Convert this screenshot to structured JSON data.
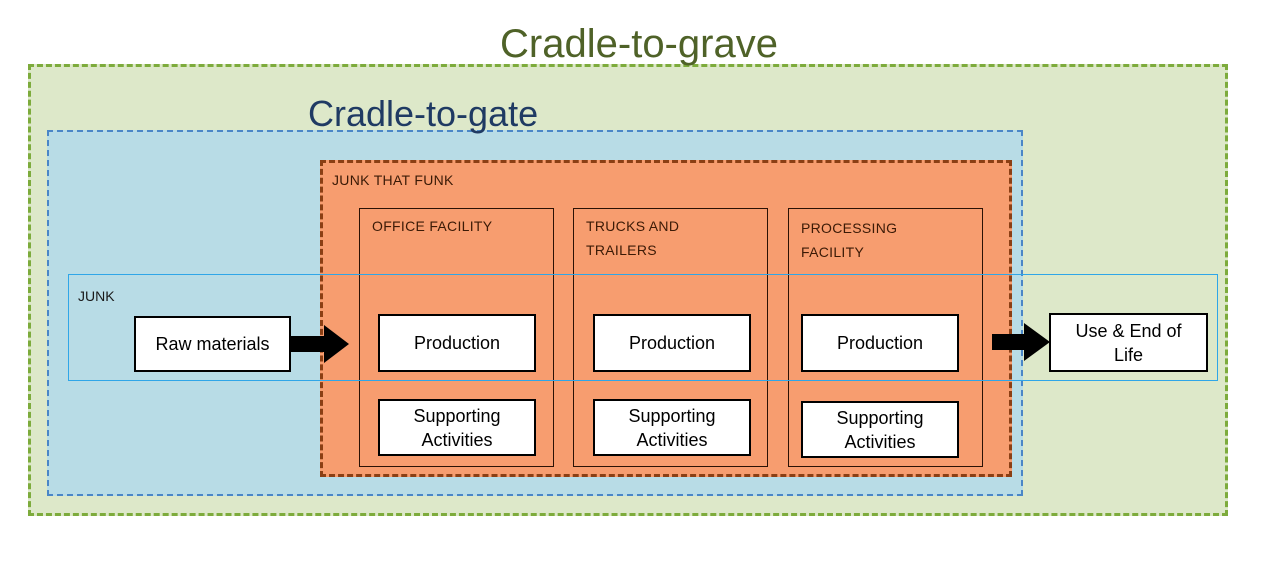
{
  "cradle_to_grave": {
    "title": "Cradle-to-grave"
  },
  "cradle_to_gate": {
    "title": "Cradle-to-gate"
  },
  "company": {
    "label": "JUNK THAT FUNK",
    "columns": [
      {
        "label_line1": "OFFICE FACILITY",
        "label_line2": "",
        "production": "Production",
        "support_line1": "Supporting",
        "support_line2": "Activities"
      },
      {
        "label_line1": "TRUCKS AND",
        "label_line2": "TRAILERS",
        "production": "Production",
        "support_line1": "Supporting",
        "support_line2": "Activities"
      },
      {
        "label_line1": "PROCESSING",
        "label_line2": "FACILITY",
        "production": "Production",
        "support_line1": "Supporting",
        "support_line2": "Activities"
      }
    ]
  },
  "junk_band": {
    "label": "JUNK"
  },
  "raw_materials": {
    "label": "Raw materials"
  },
  "use_end": {
    "line1": "Use & End of",
    "line2": "Life"
  },
  "colors": {
    "grave_fill": "#dde8c9",
    "grave_border": "#7dab3c",
    "grave_text": "#4f6228",
    "gate_fill": "#b8dce6",
    "gate_border": "#4a86c7",
    "gate_text": "#1f3a63",
    "company_fill": "#f79d6f",
    "company_border": "#8b3f14",
    "junk_band_border": "#2fa6e8",
    "arrow": "#000000"
  }
}
